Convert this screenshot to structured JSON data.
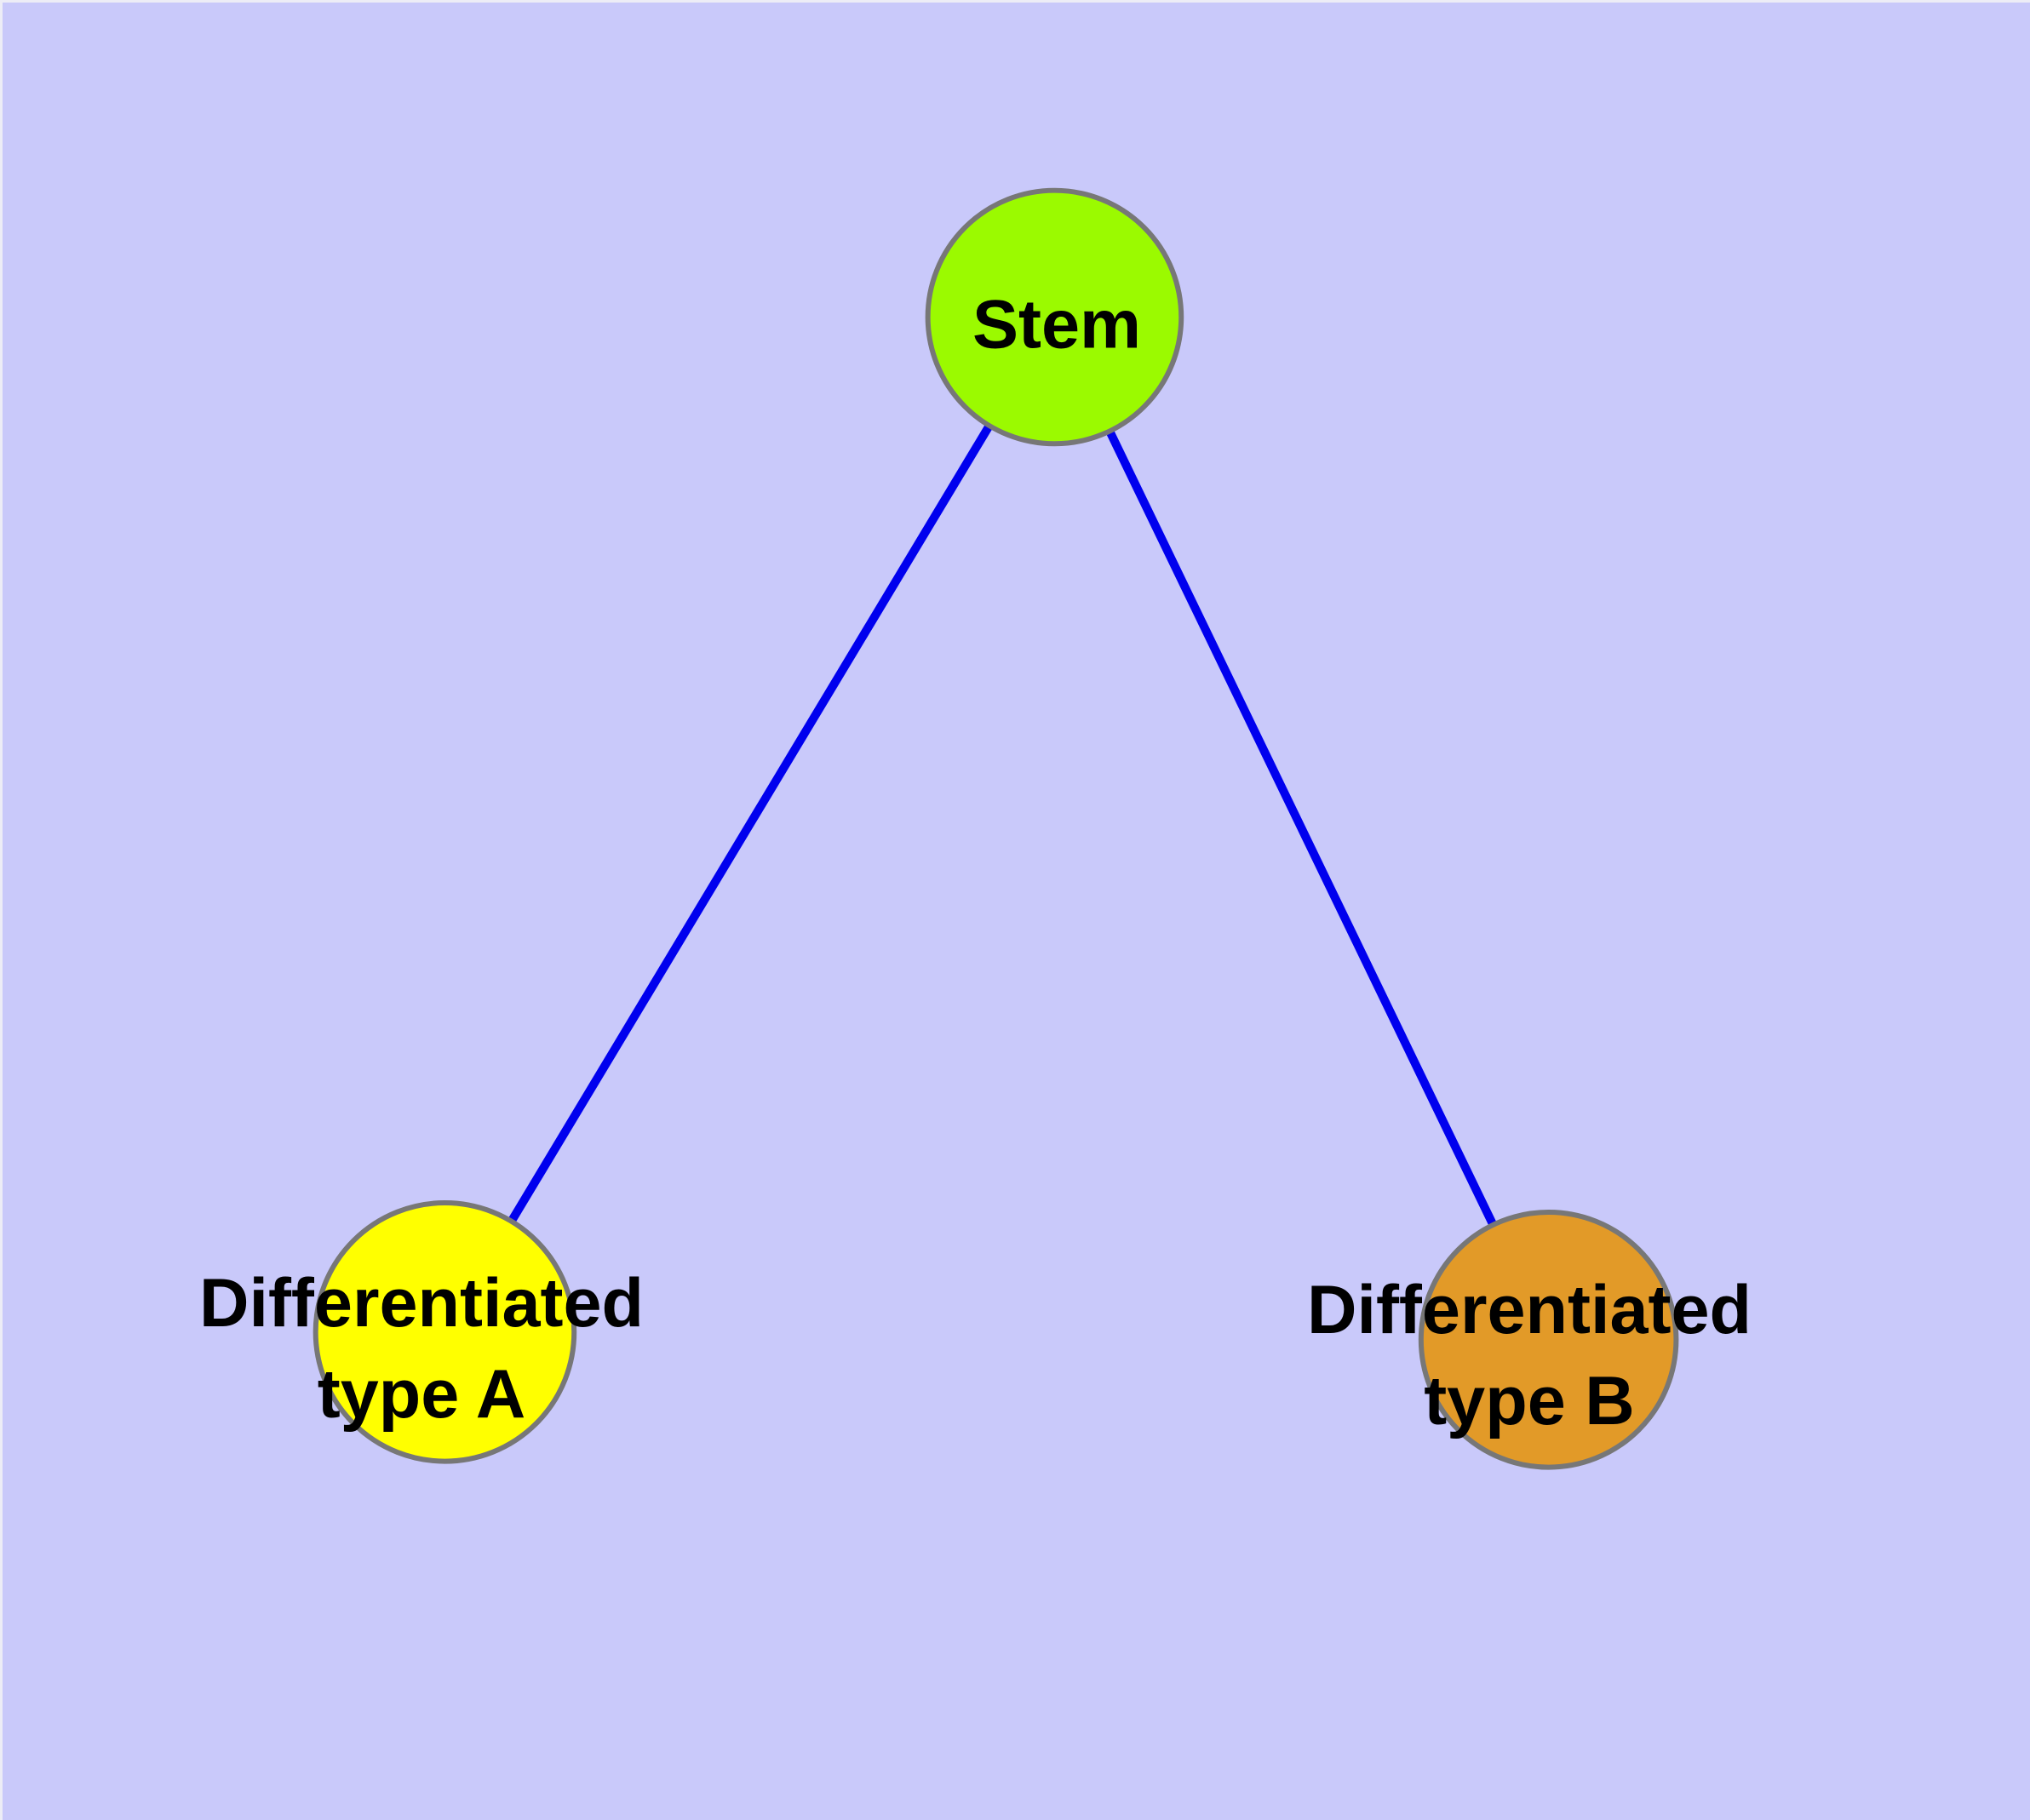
{
  "diagram": {
    "type": "node-link-graph",
    "colors": {
      "background": "#c9c9fa",
      "edge": "#0000ee",
      "node_border": "#777777"
    },
    "nodes": {
      "stem": {
        "label": "Stem",
        "fill": "#9bfa00"
      },
      "type_a": {
        "label_line1": "Differentiated",
        "label_line2": "type A",
        "fill": "#ffff00"
      },
      "type_b": {
        "label_line1": "Differentiated",
        "label_line2": "type B",
        "fill": "#e29a28"
      }
    },
    "edges": [
      {
        "from": "Stem",
        "to": "Differentiated type A"
      },
      {
        "from": "Stem",
        "to": "Differentiated type B"
      }
    ]
  }
}
